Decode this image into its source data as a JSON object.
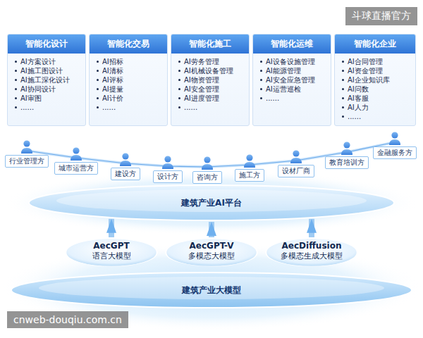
{
  "diagram": {
    "nodes": [
      {
        "text": [
          "智能化设计",
          "AI方案设计",
          "AI施工图设计",
          "AI施工深化设计",
          "AI协同设计",
          "AI审图",
          "......"
        ]
      },
      {
        "text": [
          "智能化交易",
          "AI招标",
          "AI清标",
          "AI评标",
          "AI提量",
          "AI计价",
          "......"
        ]
      },
      {
        "text": [
          "智能化施工",
          "AI劳务管理",
          "AI机械设备管理",
          "AI物资管理",
          "AI安全管理",
          "AI进度管理",
          "......"
        ]
      },
      {
        "text": [
          "智能化运维",
          "AI设备设施管理",
          "AI能源管理",
          "AI安全应急管理",
          "AI运营巡检",
          "......"
        ]
      },
      {
        "text": [
          "智能化企业",
          "AI合同管理",
          "AI资金管理",
          "AI企业知识库",
          "AI问数",
          "AI客服",
          "AI人力",
          "......"
        ]
      },
      {
        "text": [
          "行业管理方"
        ]
      },
      {
        "text": [
          "城市运营方"
        ]
      },
      {
        "text": [
          "建设方"
        ]
      },
      {
        "text": [
          "设计方"
        ]
      },
      {
        "text": [
          "咨询方"
        ]
      },
      {
        "text": [
          "施工方"
        ]
      },
      {
        "text": [
          "设材厂商"
        ]
      },
      {
        "text": [
          "教育培训方"
        ]
      },
      {
        "text": [
          "金融服务方"
        ]
      },
      {
        "text": [
          "建筑产业AI平台"
        ]
      },
      {
        "text": [
          "AecGPT",
          "语言大模型"
        ]
      },
      {
        "text": [
          "AecGPT-V",
          "多模态大模型"
        ]
      },
      {
        "text": [
          "AecDiffusion",
          "多模态生成大模型"
        ]
      },
      {
        "text": [
          "建筑产业大模型"
        ]
      }
    ],
    "edges": [
      {
        "from": 15,
        "to": 14,
        "arrow": "to"
      },
      {
        "from": 16,
        "to": 14,
        "arrow": "to"
      },
      {
        "from": 17,
        "to": 14,
        "arrow": "to"
      }
    ],
    "labels": [
      "斗球直播官方",
      "cnweb-douqiu.com.cn"
    ]
  }
}
